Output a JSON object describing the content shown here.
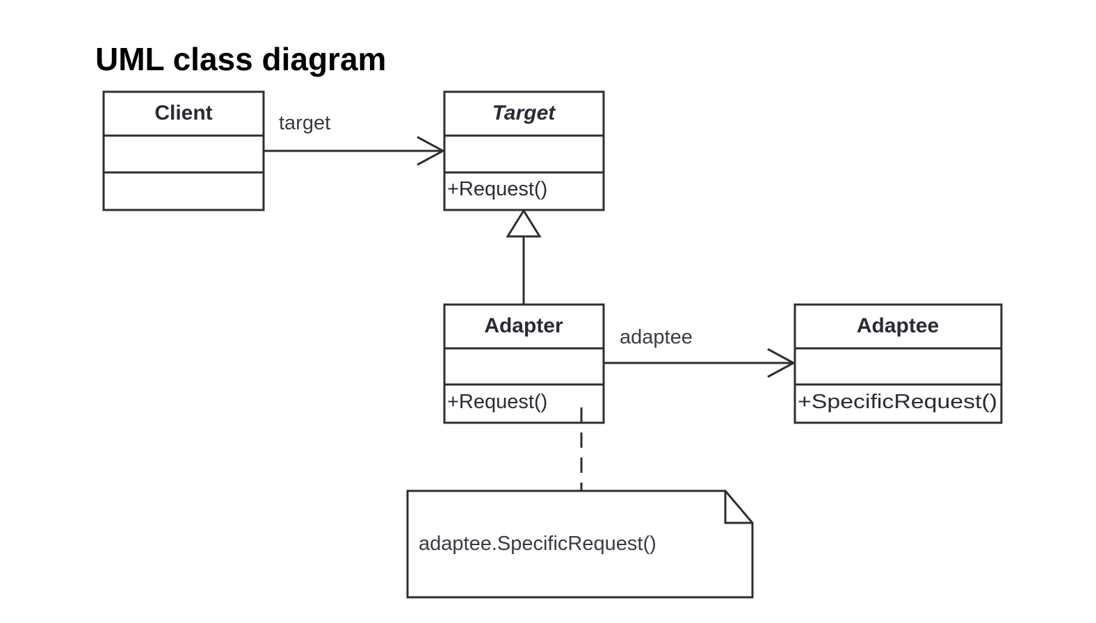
{
  "title": "UML class diagram",
  "classes": {
    "client": {
      "name": "Client",
      "attributes": "",
      "operations": ""
    },
    "target": {
      "name": "Target",
      "attributes": "",
      "operations": "+Request()"
    },
    "adapter": {
      "name": "Adapter",
      "attributes": "",
      "operations": "+Request()"
    },
    "adaptee": {
      "name": "Adaptee",
      "attributes": "",
      "operations": "+SpecificRequest()"
    }
  },
  "associations": {
    "client_target": "target",
    "adapter_adaptee": "adaptee"
  },
  "note": {
    "text": "adaptee.SpecificRequest()"
  }
}
